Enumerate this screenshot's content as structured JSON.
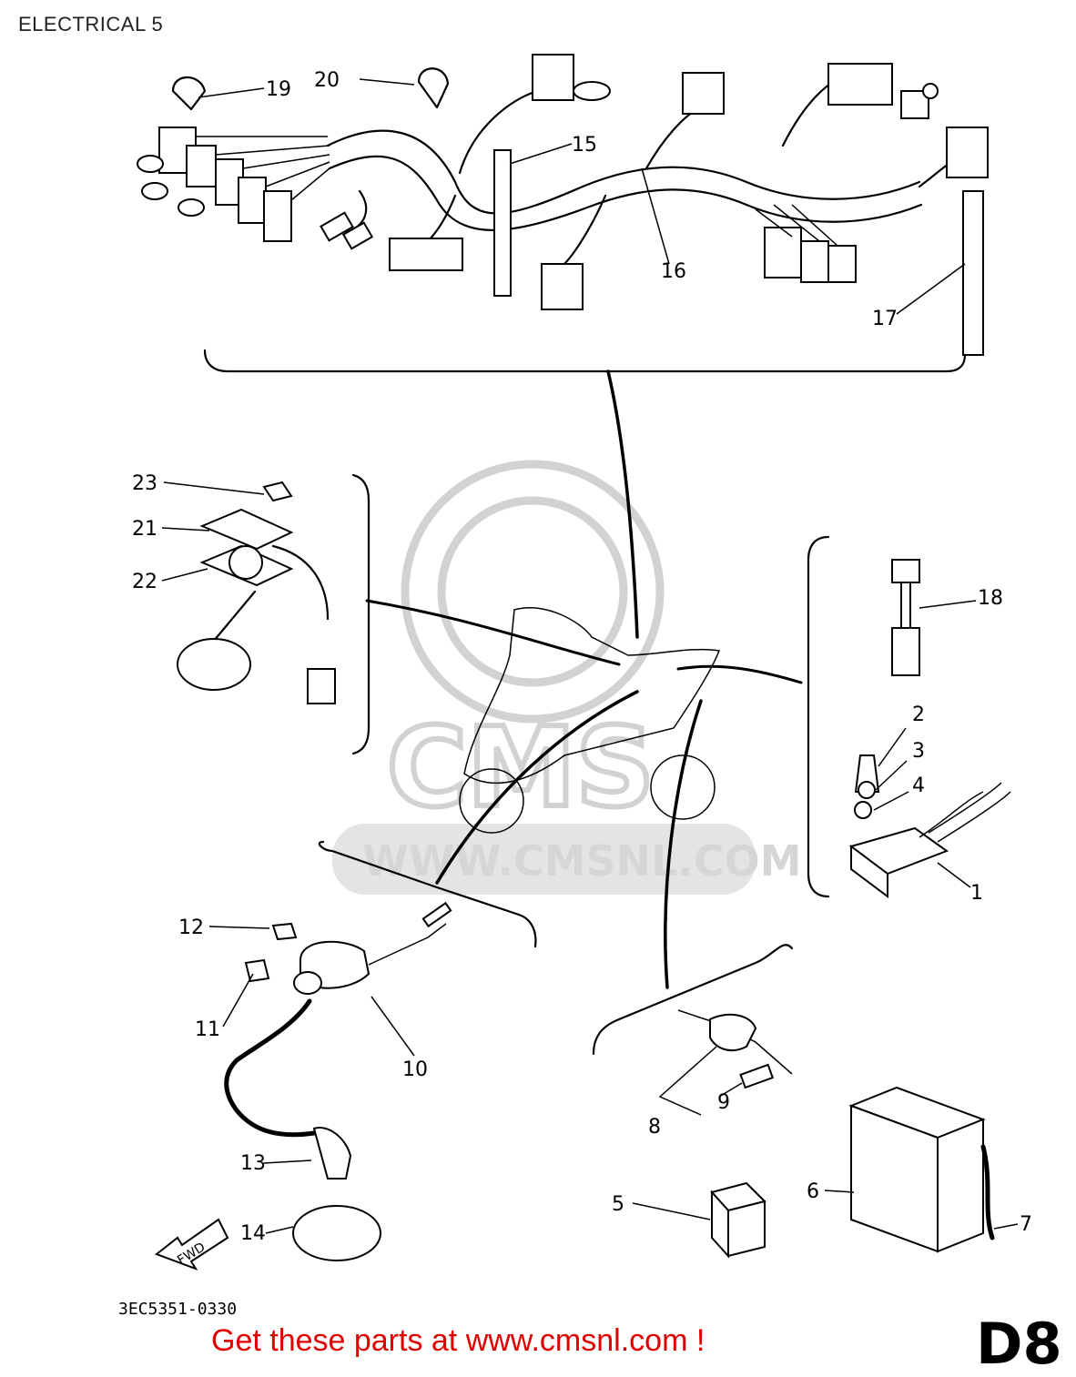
{
  "header": {
    "title": "ELECTRICAL 5"
  },
  "watermark": {
    "url": "WWW.CMSNL.COM",
    "letters": "CMS"
  },
  "callouts": [
    "1",
    "2",
    "3",
    "4",
    "5",
    "6",
    "7",
    "8",
    "9",
    "10",
    "11",
    "12",
    "13",
    "14",
    "15",
    "16",
    "17",
    "18",
    "19",
    "20",
    "21",
    "22",
    "23"
  ],
  "fwd_label": "FWD",
  "part_code": "3EC5351-0330",
  "footer": {
    "text": "Get these parts at www.cmsnl.com !",
    "color": "#e00000"
  },
  "page_code": "D8"
}
